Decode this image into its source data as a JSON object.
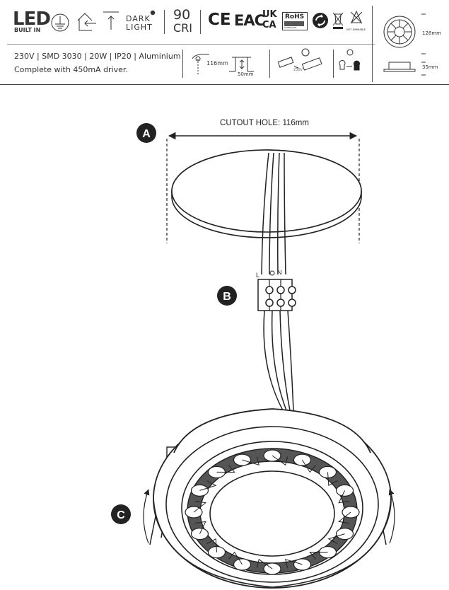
{
  "header": {
    "led_label": "LED",
    "built_in": "BUILT IN",
    "dark": "DARK",
    "light": "LIGHT",
    "cri_value": "90",
    "cri_label": "CRI",
    "ce": "CE",
    "eac": "EAC",
    "uk": "UK",
    "ca": "CA",
    "rohs": "RoHS",
    "rohs_sub": "COMPLIANT",
    "not_dimmable": "NOT DIMMABLE",
    "spec_line": "230V | SMD 3030 | 20W | IP20 | Aluminium",
    "driver_line": "Complete with 450mA driver.",
    "cut_dim": "116mm",
    "depth_dim": "50mm",
    "diameter_dim": "128mm",
    "height_dim": "35mm",
    "connector_sub": "230V"
  },
  "diagram": {
    "cutout_label": "CUTOUT HOLE: 116mm",
    "step_a": "A",
    "step_b": "B",
    "step_c": "C",
    "terminal_l": "L",
    "terminal_n": "N"
  }
}
